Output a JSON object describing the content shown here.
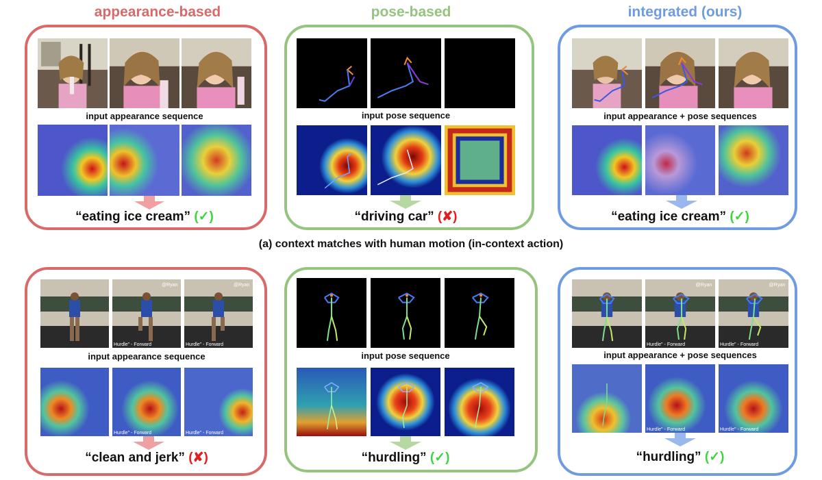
{
  "titles": {
    "appearance": "appearance-based",
    "pose": "pose-based",
    "integrated": "integrated (ours)"
  },
  "colors": {
    "appearance": "#d96a6a",
    "pose": "#95c47e",
    "integrated": "#6f9ce0",
    "check": "#3cd63c",
    "cross": "#e02020"
  },
  "top_row": {
    "appearance": {
      "label": "input appearance sequence",
      "prediction": "“eating ice cream”",
      "mark": "(✓)"
    },
    "pose": {
      "label": "input pose sequence",
      "prediction": "“driving car”",
      "mark": "(✘)"
    },
    "integrated": {
      "label": "input appearance + pose sequences",
      "prediction": "“eating ice cream”",
      "mark": "(✓)"
    }
  },
  "caption": "(a) context matches with human motion (in-context action)",
  "bottom_row": {
    "appearance": {
      "label": "input appearance sequence",
      "prediction": "“clean and jerk”",
      "mark": "(✘)"
    },
    "pose": {
      "label": "input pose sequence",
      "prediction": "“hurdling”",
      "mark": "(✓)"
    },
    "integrated": {
      "label": "input appearance + pose sequences",
      "prediction": "“hurdling”",
      "mark": "(✓)"
    }
  },
  "watermarks": {
    "channel": "@Ryan",
    "overlay": "Hurdle\" - Forward"
  },
  "icons": {
    "arrow": "down-arrow-icon"
  }
}
